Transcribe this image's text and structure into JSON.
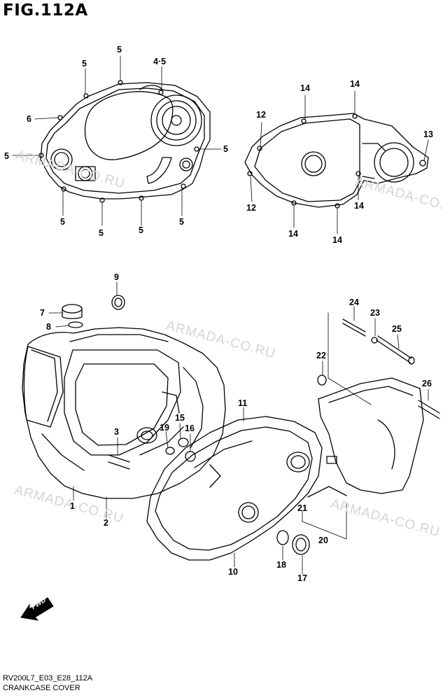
{
  "figure": {
    "title": "FIG.112A",
    "model_code": "RV200L7_E03_E28_112A",
    "section_name": "CRANKCASE COVER"
  },
  "watermark": "ARMADA-CO.RU",
  "fwd_label": "FWD",
  "callouts": [
    "5",
    "4·5",
    "5",
    "6",
    "5",
    "5",
    "5",
    "5",
    "5",
    "5",
    "14",
    "14",
    "12",
    "13",
    "12",
    "14",
    "14",
    "14",
    "9",
    "7",
    "8",
    "24",
    "23",
    "25",
    "22",
    "26",
    "11",
    "3",
    "15",
    "19",
    "16",
    "1",
    "2",
    "21",
    "20",
    "10",
    "18",
    "17"
  ]
}
